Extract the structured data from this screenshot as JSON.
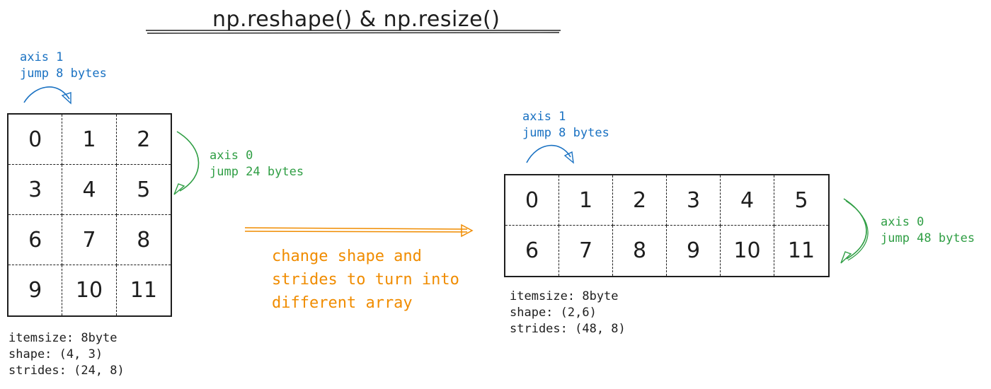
{
  "title": "np.reshape() & np.resize()",
  "left_array": {
    "cells": [
      "0",
      "1",
      "2",
      "3",
      "4",
      "5",
      "6",
      "7",
      "8",
      "9",
      "10",
      "11"
    ],
    "axis1_label": "axis 1",
    "axis1_jump": "jump 8 bytes",
    "axis0_label": "axis 0",
    "axis0_jump": "jump 24 bytes",
    "itemsize": "itemsize: 8byte",
    "shape": "shape: (4, 3)",
    "strides": "strides: (24, 8)"
  },
  "right_array": {
    "cells": [
      "0",
      "1",
      "2",
      "3",
      "4",
      "5",
      "6",
      "7",
      "8",
      "9",
      "10",
      "11"
    ],
    "axis1_label": "axis 1",
    "axis1_jump": "jump 8 bytes",
    "axis0_label": "axis 0",
    "axis0_jump": "jump 48 bytes",
    "itemsize": "itemsize: 8byte",
    "shape": "shape: (2,6)",
    "strides": "strides: (48, 8)"
  },
  "transition": {
    "line1": "change shape and",
    "line2": "strides to turn into",
    "line3": "different array"
  },
  "colors": {
    "ink": "#1e1e1e",
    "axis1": "#1971c2",
    "axis0": "#2f9e44",
    "transition": "#f08c00"
  }
}
